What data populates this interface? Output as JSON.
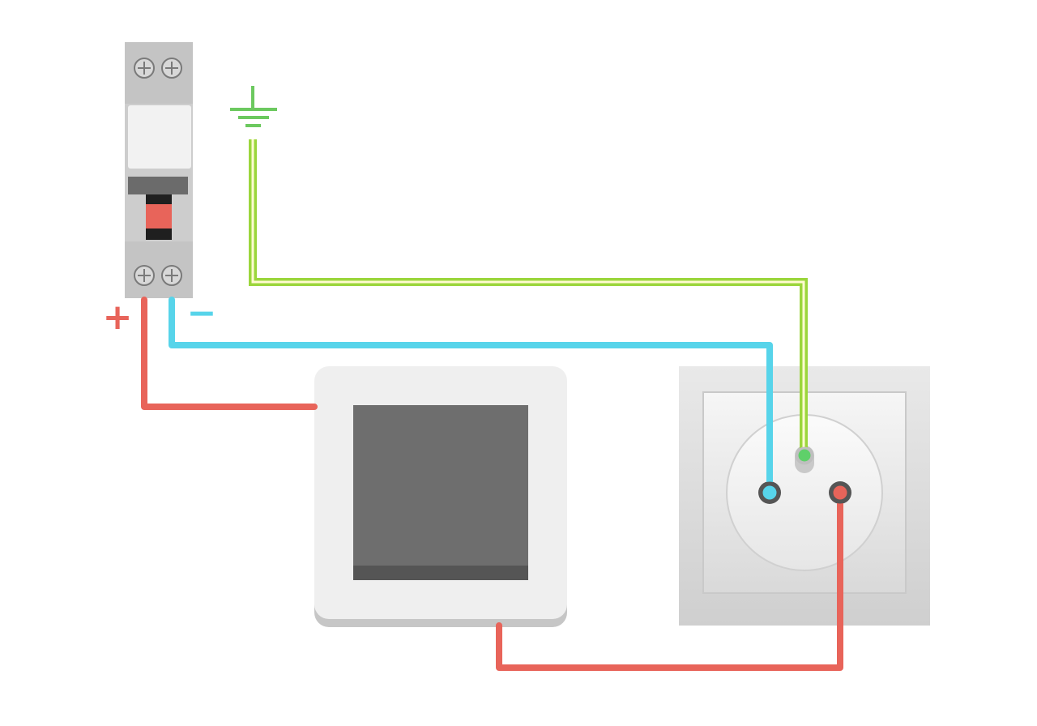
{
  "labels": {
    "positive": "+",
    "negative": "−"
  },
  "colors": {
    "live_wire": "#e8645a",
    "neutral_wire": "#57d4ea",
    "earth_wire_outer": "#9bd63c",
    "earth_wire_inner": "#fffbd0",
    "earth_symbol": "#6cc95f",
    "breaker_body": "#c8c8c8",
    "breaker_handle": "#e8645a",
    "switch_frame": "#efefef",
    "switch_rocker": "#6e6e6e",
    "socket_frame": "#dcdcdc",
    "socket_face": "#f4f4f4",
    "earth_pin": "#5fd06a"
  },
  "components": {
    "breaker": "circuit-breaker",
    "switch": "light-switch",
    "socket": "power-socket",
    "earth": "ground-symbol"
  }
}
